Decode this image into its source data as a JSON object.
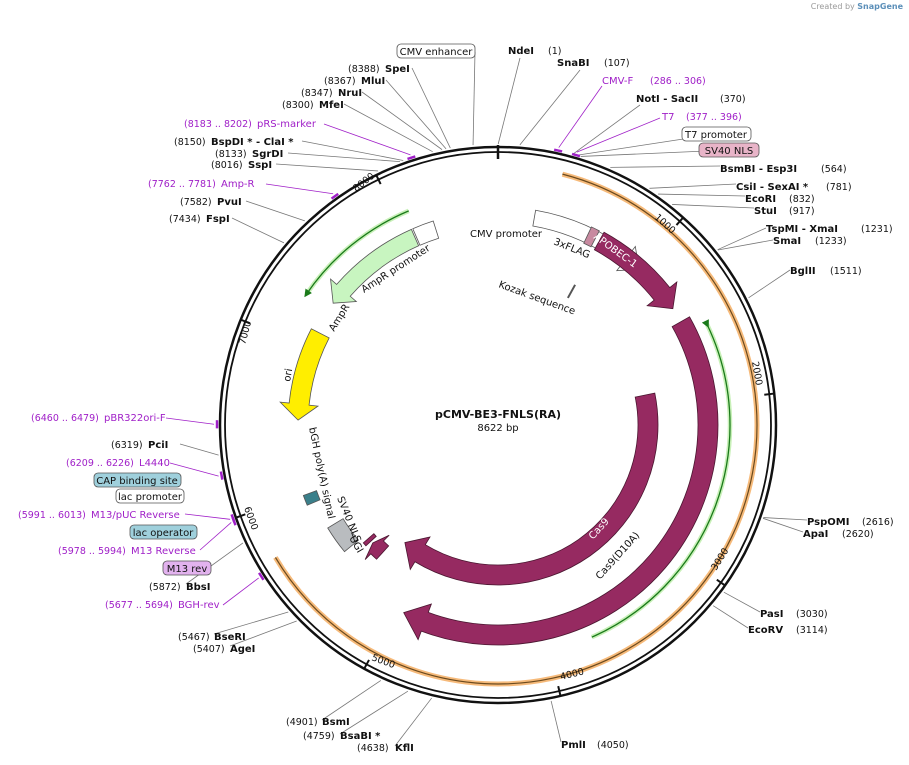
{
  "credit": {
    "prefix": "Created by",
    "brand": "SnapGene"
  },
  "plasmid": {
    "name": "pCMV-BE3-FNLS(RA)",
    "size_label": "8622 bp",
    "length": 8622
  },
  "ticks": [
    "1000",
    "2000",
    "3000",
    "4000",
    "5000",
    "6000",
    "7000",
    "8000"
  ],
  "sites": [
    {
      "name": "NdeI",
      "pos": "(1)"
    },
    {
      "name": "SnaBI",
      "pos": "(107)"
    },
    {
      "name": "NotI - SacII",
      "pos": "(370)"
    },
    {
      "name": "BsmBI - Esp3I",
      "pos": "(564)"
    },
    {
      "name": "CsiI - SexAI *",
      "pos": "(781)"
    },
    {
      "name": "EcoRI",
      "pos": "(832)"
    },
    {
      "name": "StuI",
      "pos": "(917)"
    },
    {
      "name": "TspMI - XmaI",
      "pos": "(1231)"
    },
    {
      "name": "SmaI",
      "pos": "(1233)"
    },
    {
      "name": "BglII",
      "pos": "(1511)"
    },
    {
      "name": "PspOMI",
      "pos": "(2616)"
    },
    {
      "name": "ApaI",
      "pos": "(2620)"
    },
    {
      "name": "PasI",
      "pos": "(3030)"
    },
    {
      "name": "EcoRV",
      "pos": "(3114)"
    },
    {
      "name": "PmlI",
      "pos": "(4050)"
    },
    {
      "name": "KflI",
      "pos": "(4638)"
    },
    {
      "name": "BsaBI *",
      "pos": "(4759)"
    },
    {
      "name": "BsmI",
      "pos": "(4901)"
    },
    {
      "name": "AgeI",
      "pos": "(5407)"
    },
    {
      "name": "BseRI",
      "pos": "(5467)"
    },
    {
      "name": "BbsI",
      "pos": "(5872)"
    },
    {
      "name": "PciI",
      "pos": "(6319)"
    },
    {
      "name": "FspI",
      "pos": "(7434)"
    },
    {
      "name": "PvuI",
      "pos": "(7582)"
    },
    {
      "name": "SspI",
      "pos": "(8016)"
    },
    {
      "name": "SgrDI",
      "pos": "(8133)"
    },
    {
      "name": "BspDI * - ClaI *",
      "pos": "(8150)"
    },
    {
      "name": "MfeI",
      "pos": "(8300)"
    },
    {
      "name": "NruI",
      "pos": "(8347)"
    },
    {
      "name": "MluI",
      "pos": "(8367)"
    },
    {
      "name": "SpeI",
      "pos": "(8388)"
    }
  ],
  "primers": [
    {
      "name": "CMV-F",
      "range": "(286 .. 306)"
    },
    {
      "name": "T7",
      "range": "(377 .. 396)"
    },
    {
      "name": "pRS-marker",
      "range": "(8183 .. 8202)"
    },
    {
      "name": "Amp-R",
      "range": "(7762 .. 7781)"
    },
    {
      "name": "pBR322ori-F",
      "range": "(6460 .. 6479)"
    },
    {
      "name": "L4440",
      "range": "(6209 .. 6226)"
    },
    {
      "name": "M13/pUC Reverse",
      "range": "(5991 .. 6013)"
    },
    {
      "name": "M13 Reverse",
      "range": "(5978 .. 5994)"
    },
    {
      "name": "BGH-rev",
      "range": "(5677 .. 5694)"
    }
  ],
  "boxed_labels": [
    {
      "name": "CMV enhancer",
      "fill": "#ffffff"
    },
    {
      "name": "T7 promoter",
      "fill": "#ffffff"
    },
    {
      "name": "SV40 NLS",
      "fill": "#e8b4c8"
    },
    {
      "name": "CAP binding site",
      "fill": "#9fd0dc"
    },
    {
      "name": "lac promoter",
      "fill": "#ffffff"
    },
    {
      "name": "lac operator",
      "fill": "#9fd0dc"
    },
    {
      "name": "M13 rev",
      "fill": "#e2b2ee"
    }
  ],
  "features": [
    {
      "name": "CMV promoter",
      "color": "#ffffff"
    },
    {
      "name": "3xFLAG",
      "color": "#c88aa0"
    },
    {
      "name": "Kozak sequence",
      "color": "#555555"
    },
    {
      "name": "APOBEC-1",
      "color": "#962a61"
    },
    {
      "name": "Cas9",
      "color": "#962a61"
    },
    {
      "name": "Cas9(D10A)",
      "color": "#962a61"
    },
    {
      "name": "UGI",
      "color": "#962a61"
    },
    {
      "name": "SV40 NLS",
      "color": "#962a61"
    },
    {
      "name": "bGH poly(A) signal",
      "color": "#b9bcbf"
    },
    {
      "name": "ori",
      "color": "#ffee00"
    },
    {
      "name": "AmpR",
      "color": "#c8f5c0"
    },
    {
      "name": "AmpR promoter",
      "color": "#ffffff"
    }
  ],
  "colors": {
    "backbone": "#111111",
    "orf": "#f5b26b",
    "orf_arrow": "#1a7a1a",
    "primer": "#a020c8"
  }
}
